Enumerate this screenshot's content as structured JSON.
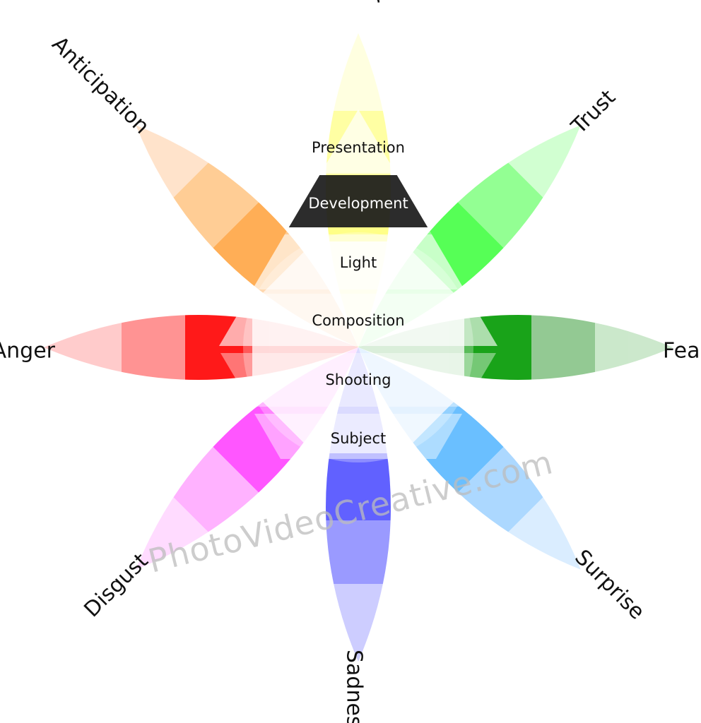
{
  "emotions": [
    {
      "id": "joy",
      "label": "Joy",
      "colors": [
        "#ffff33",
        "#ffff99",
        "#ffffdd"
      ]
    },
    {
      "id": "trust",
      "label": "Trust",
      "colors": [
        "#44ff44",
        "#88ff88",
        "#ccffcc"
      ]
    },
    {
      "id": "fear",
      "label": "Fear",
      "colors": [
        "#009900",
        "#88c488",
        "#c6e6c6"
      ]
    },
    {
      "id": "surprise",
      "label": "Surprise",
      "colors": [
        "#5ab8ff",
        "#a4d4ff",
        "#d6ecff"
      ]
    },
    {
      "id": "sadness",
      "label": "Sadness",
      "colors": [
        "#5050ff",
        "#9090ff",
        "#c8c8ff"
      ]
    },
    {
      "id": "disgust",
      "label": "Disgust",
      "colors": [
        "#ff44ff",
        "#ffaaff",
        "#ffd8ff"
      ]
    },
    {
      "id": "anger",
      "label": "Anger",
      "colors": [
        "#ff0000",
        "#ff8888",
        "#ffc6c6"
      ]
    },
    {
      "id": "anticipation",
      "label": "Anticipation",
      "colors": [
        "#ffa644",
        "#ffc88a",
        "#ffe0c6"
      ]
    }
  ],
  "pyramid_layers": [
    {
      "id": "presentation",
      "label": "Presentation",
      "fill": "#ffffff",
      "fill_opacity": 0.55,
      "text_color": "#111111"
    },
    {
      "id": "development",
      "label": "Development",
      "fill": "#1a1a1a",
      "fill_opacity": 0.92,
      "text_color": "#ffffff"
    },
    {
      "id": "light",
      "label": "Light",
      "fill": "#ffffff",
      "fill_opacity": 0.5,
      "text_color": "#111111"
    },
    {
      "id": "composition",
      "label": "Composition",
      "fill": "#ffffff",
      "fill_opacity": 0.45,
      "text_color": "#111111"
    },
    {
      "id": "shooting",
      "label": "Shooting",
      "fill": "#ffffff",
      "fill_opacity": 0.4,
      "text_color": "#111111"
    },
    {
      "id": "subject",
      "label": "Subject",
      "fill": "#ffffff",
      "fill_opacity": 0.45,
      "text_color": "#111111"
    }
  ],
  "watermark": "PhotoVideoCreative.com"
}
